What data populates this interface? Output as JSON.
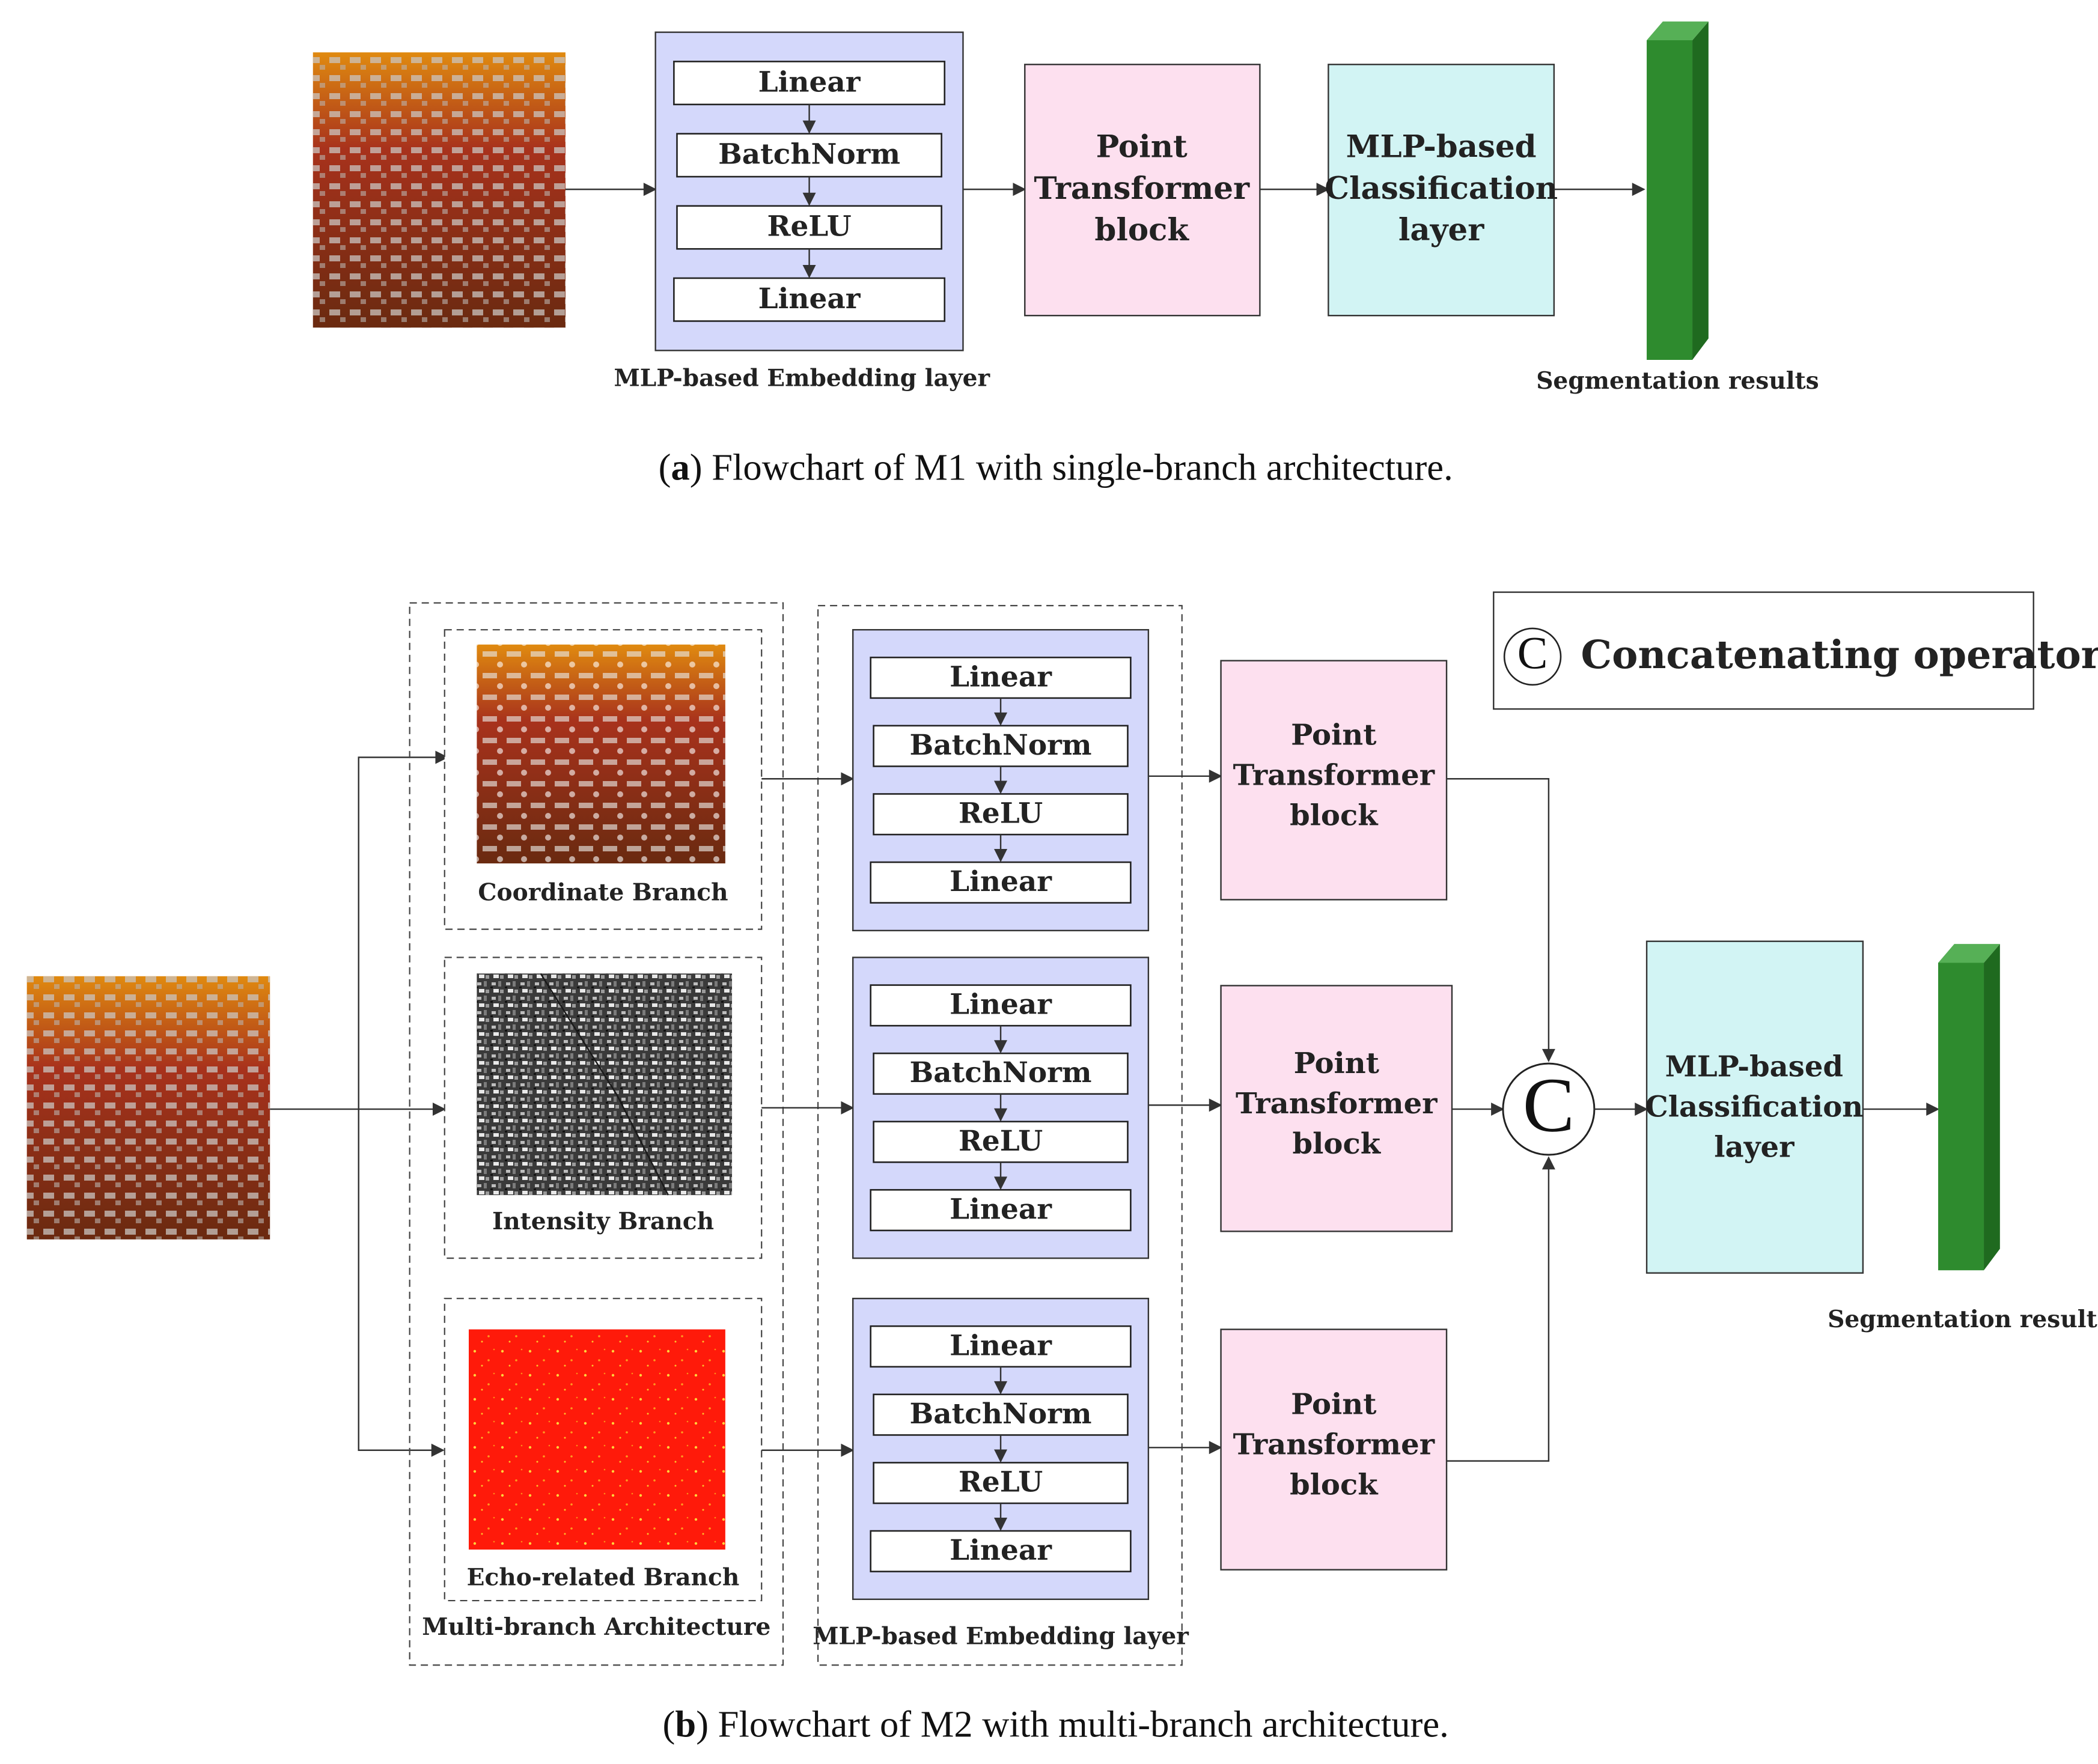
{
  "panel_a": {
    "embedding": {
      "layers": [
        "Linear",
        "BatchNorm",
        "ReLU",
        "Linear"
      ],
      "caption": "MLP-based Embedding layer"
    },
    "transformer": [
      "Point",
      "Transformer",
      "block"
    ],
    "classifier": [
      "MLP-based",
      "Classification",
      "layer"
    ],
    "output_label": "Segmentation results",
    "caption_letter": "a",
    "caption_text": " Flowchart of M1 with single-branch architecture."
  },
  "panel_b": {
    "legend": {
      "symbol": "C",
      "label": "Concatenating operator"
    },
    "branches": [
      {
        "label": "Coordinate Branch",
        "image": "coordinate-map"
      },
      {
        "label": "Intensity Branch",
        "image": "intensity-map"
      },
      {
        "label": "Echo-related Branch",
        "image": "echo-map"
      }
    ],
    "multi_branch_label": "Multi-branch Architecture",
    "embedding": {
      "layers": [
        "Linear",
        "BatchNorm",
        "ReLU",
        "Linear"
      ],
      "caption": "MLP-based Embedding layer"
    },
    "transformer": [
      "Point",
      "Transformer",
      "block"
    ],
    "concat_symbol": "C",
    "classifier": [
      "MLP-based",
      "Classification",
      "layer"
    ],
    "output_label": "Segmentation results",
    "caption_letter": "b",
    "caption_text": " Flowchart of M2 with multi-branch architecture."
  },
  "colors": {
    "embedding_fill": "#d4d8fb",
    "transformer_fill": "#fde0ef",
    "classifier_fill": "#d2f4f4",
    "output_green": "#2e8b2e"
  }
}
